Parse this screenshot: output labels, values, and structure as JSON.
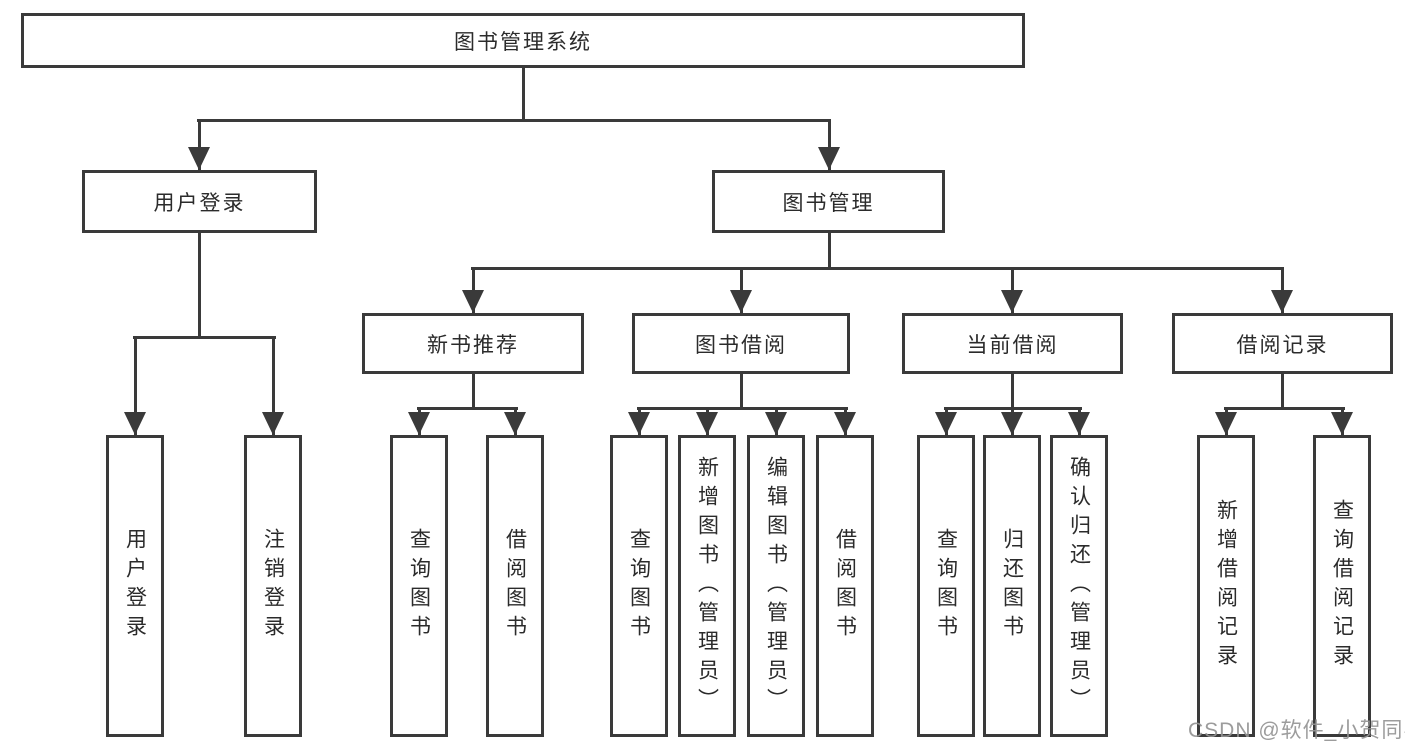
{
  "tree": {
    "label": "图书管理系统",
    "children": [
      {
        "label": "用户登录",
        "children": [
          {
            "label": "用户登录"
          },
          {
            "label": "注销登录"
          }
        ]
      },
      {
        "label": "图书管理",
        "children": [
          {
            "label": "新书推荐",
            "children": [
              {
                "label": "查询图书"
              },
              {
                "label": "借阅图书"
              }
            ]
          },
          {
            "label": "图书借阅",
            "children": [
              {
                "label": "查询图书"
              },
              {
                "label": "新增图书（管理员）"
              },
              {
                "label": "编辑图书（管理员）"
              },
              {
                "label": "借阅图书"
              }
            ]
          },
          {
            "label": "当前借阅",
            "children": [
              {
                "label": "查询图书"
              },
              {
                "label": "归还图书"
              },
              {
                "label": "确认归还（管理员）"
              }
            ]
          },
          {
            "label": "借阅记录",
            "children": [
              {
                "label": "新增借阅记录"
              },
              {
                "label": "查询借阅记录"
              }
            ]
          }
        ]
      }
    ]
  },
  "watermark": {
    "text": "CSDN @软件_小贺同学"
  },
  "colors": {
    "line": "#3a3a3a",
    "box_border": "#3a3a3a",
    "box_fill": "#ffffff",
    "text": "#2b2b2b",
    "watermark": "#949494",
    "background": "#ffffff"
  }
}
